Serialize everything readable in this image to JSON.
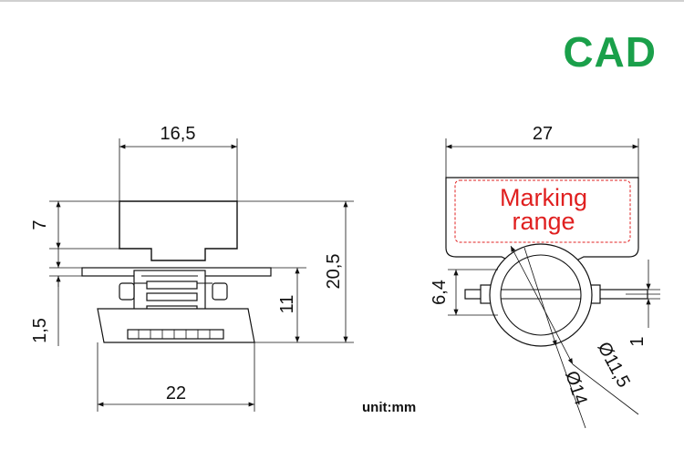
{
  "title": "CAD",
  "unit_label": "unit:mm",
  "marking_label_line1": "Marking",
  "marking_label_line2": "range",
  "dimensions": {
    "front_width_top": "16,5",
    "front_cap_height": "7",
    "front_flange_thickness": "1,5",
    "front_body_height": "11",
    "front_total_height": "20,5",
    "front_base_width": "22",
    "side_total_width": "27",
    "side_wire_height": "6,4",
    "side_right_small": "1",
    "side_diameter_inner": "Ø11,5",
    "side_diameter_outer": "Ø14"
  },
  "colors": {
    "title": "#1aa04a",
    "marking": "#e02020"
  }
}
